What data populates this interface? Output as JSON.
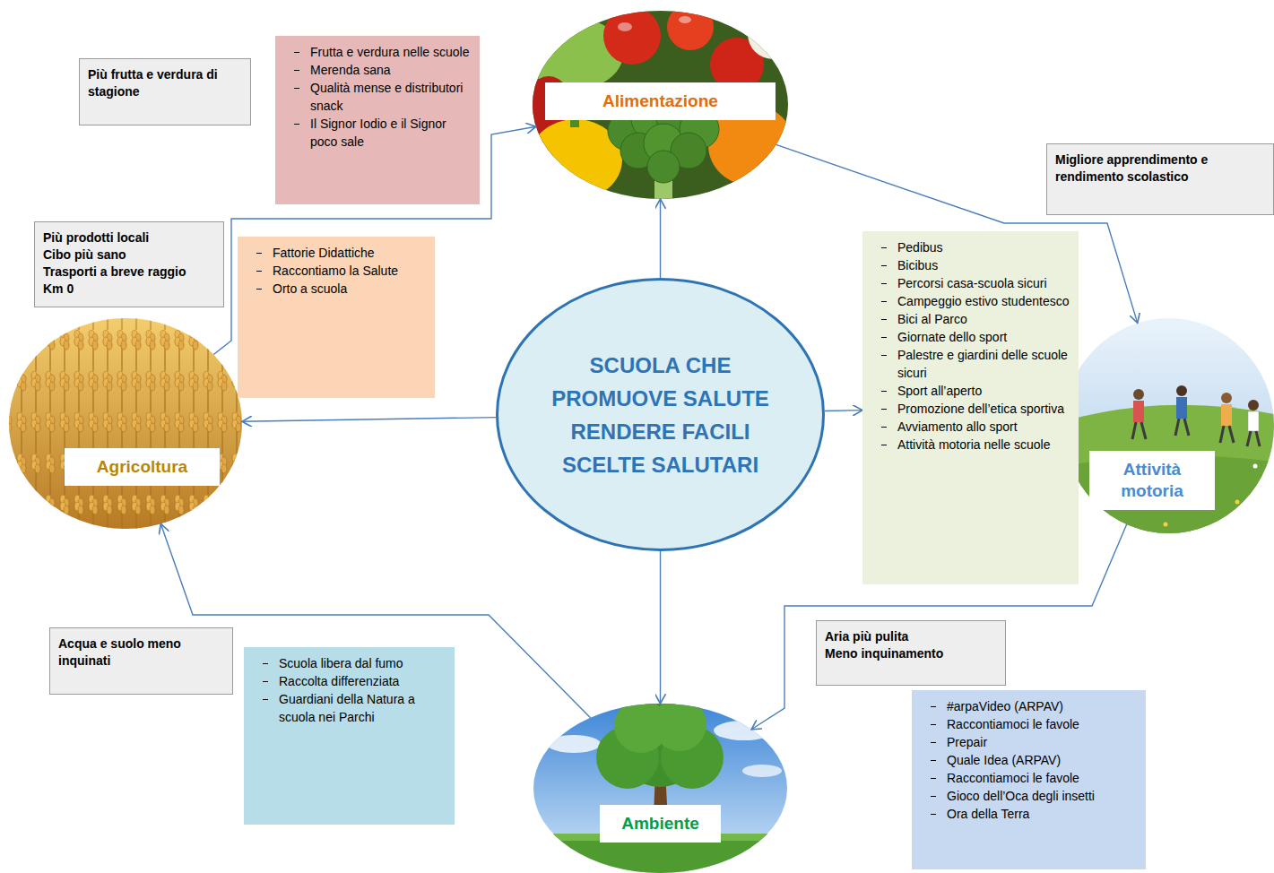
{
  "diagram": {
    "nodes": [
      {
        "text": [
          "Più frutta e verdura di stagione"
        ]
      },
      {
        "text": [
          "Frutta e verdura nelle scuole",
          "Merenda sana",
          "Qualità mense e distributori snack",
          "Il Signor Iodio e il Signor poco sale"
        ]
      },
      {
        "text": [
          "Alimentazione"
        ]
      },
      {
        "text": [
          "Migliore apprendimento e rendimento scolastico"
        ]
      },
      {
        "text": [
          "Più prodotti locali",
          "Cibo più sano",
          "Trasporti a breve raggio",
          "Km 0"
        ]
      },
      {
        "text": [
          "Fattorie Didattiche",
          "Raccontiamo la Salute",
          "Orto a scuola"
        ]
      },
      {
        "text": [
          "SCUOLA CHE PROMUOVE SALUTE",
          "RENDERE FACILI SCELTE SALUTARI"
        ]
      },
      {
        "text": [
          "Pedibus",
          "Bicibus",
          "Percorsi casa-scuola sicuri",
          "Campeggio estivo studentesco",
          "Bici al Parco",
          "Giornate dello sport",
          "Palestre e giardini delle scuole sicuri",
          "Sport all’aperto",
          "Promozione dell’etica sportiva",
          "Avviamento allo sport",
          "Attività motoria nelle scuole"
        ]
      },
      {
        "text": [
          "Agricoltura"
        ]
      },
      {
        "text": [
          "Attività motoria"
        ]
      },
      {
        "text": [
          "Acqua e suolo meno inquinati"
        ]
      },
      {
        "text": [
          "Scuola libera dal fumo",
          "Raccolta differenziata",
          "Guardiani della Natura a scuola nei Parchi"
        ]
      },
      {
        "text": [
          "Aria più pulita",
          "Meno inquinamento"
        ]
      },
      {
        "text": [
          "#arpaVideo (ARPAV)",
          "Raccontiamoci le favole",
          "Prepair",
          "Quale Idea (ARPAV)",
          "Raccontiamoci le favole",
          "Gioco dell’Oca degli insetti",
          "Ora della Terra"
        ]
      },
      {
        "text": [
          "Ambiente"
        ]
      }
    ],
    "edges": [
      {
        "from": 6,
        "to": 2,
        "arrow": "to"
      },
      {
        "from": 6,
        "to": 8,
        "arrow": "to"
      },
      {
        "from": 6,
        "to": 7,
        "arrow": "to"
      },
      {
        "from": 6,
        "to": 14,
        "arrow": "to"
      },
      {
        "from": 8,
        "to": 2,
        "arrow": "to"
      },
      {
        "from": 2,
        "to": 9,
        "arrow": "to"
      },
      {
        "from": 9,
        "to": 14,
        "arrow": "to"
      },
      {
        "from": 14,
        "to": 8,
        "arrow": "to"
      }
    ]
  }
}
